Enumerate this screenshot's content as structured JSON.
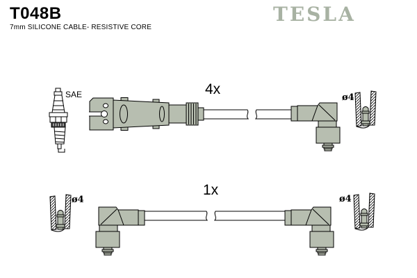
{
  "header": {
    "part_number": "T048B",
    "subtitle": "7mm SILICONE CABLE- RESISTIVE CORE",
    "brand_logo": "TESLA"
  },
  "diagram": {
    "spark_plug_label": "SAE",
    "top_assembly": {
      "quantity": "4x",
      "boot_diameter": "ø4"
    },
    "bottom_assembly": {
      "quantity": "1x",
      "left_boot_diameter": "ø4",
      "right_boot_diameter": "ø4"
    }
  },
  "colors": {
    "part_fill": "#b7beb0",
    "logo": "#a8b2a3",
    "line": "#000000",
    "background": "#ffffff"
  }
}
